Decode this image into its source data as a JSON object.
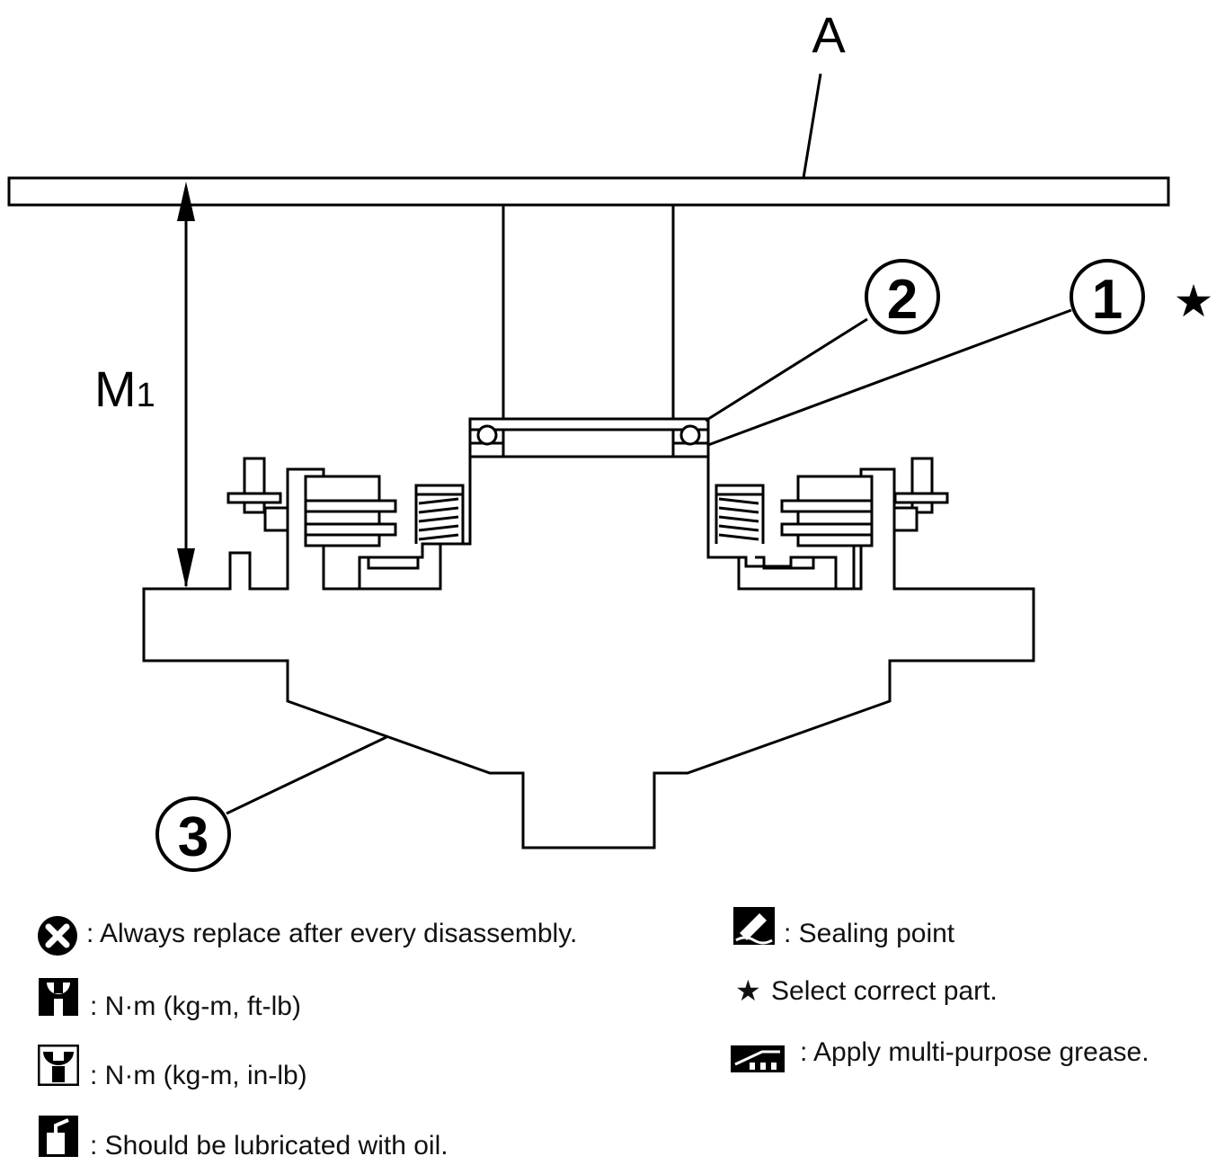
{
  "diagram": {
    "label_a": "A",
    "label_m1_main": "M",
    "label_m1_sub": "1",
    "callouts": [
      {
        "id": "callout-1",
        "text": "1"
      },
      {
        "id": "callout-2",
        "text": "2"
      },
      {
        "id": "callout-3",
        "text": "3"
      }
    ],
    "star_symbol": "★"
  },
  "legend": {
    "replace": ": Always replace after every disassembly.",
    "torque_ft": ": N·m (kg-m, ft-lb)",
    "torque_in": ": N·m (kg-m, in-lb)",
    "oil": ": Should be lubricated with oil.",
    "sealing": ": Sealing point",
    "select_symbol": "★",
    "select": "Select correct part.",
    "grease": ": Apply multi-purpose grease."
  }
}
